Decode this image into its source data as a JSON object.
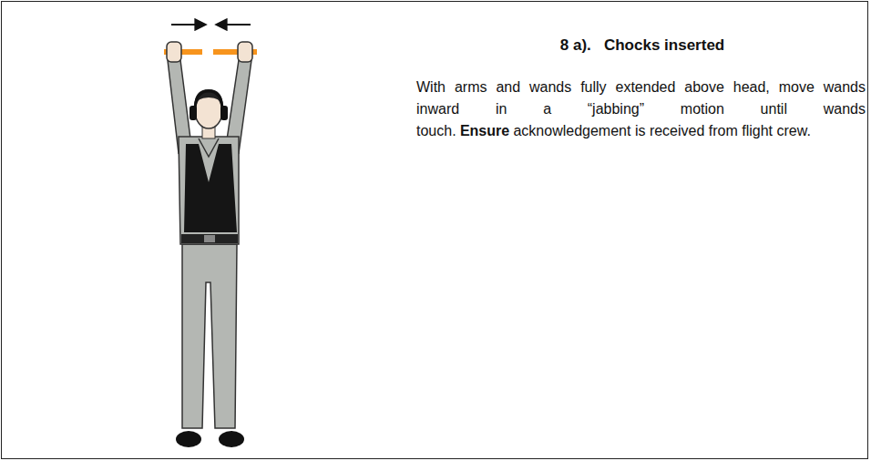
{
  "diagram": {
    "title": "8 a).   Chocks inserted",
    "labels": [
      "With arms and wands fully extended above head, move wands inward in a “jabbing” motion until wands touch.",
      "Ensure",
      "acknowledgement is received from flight crew."
    ]
  }
}
